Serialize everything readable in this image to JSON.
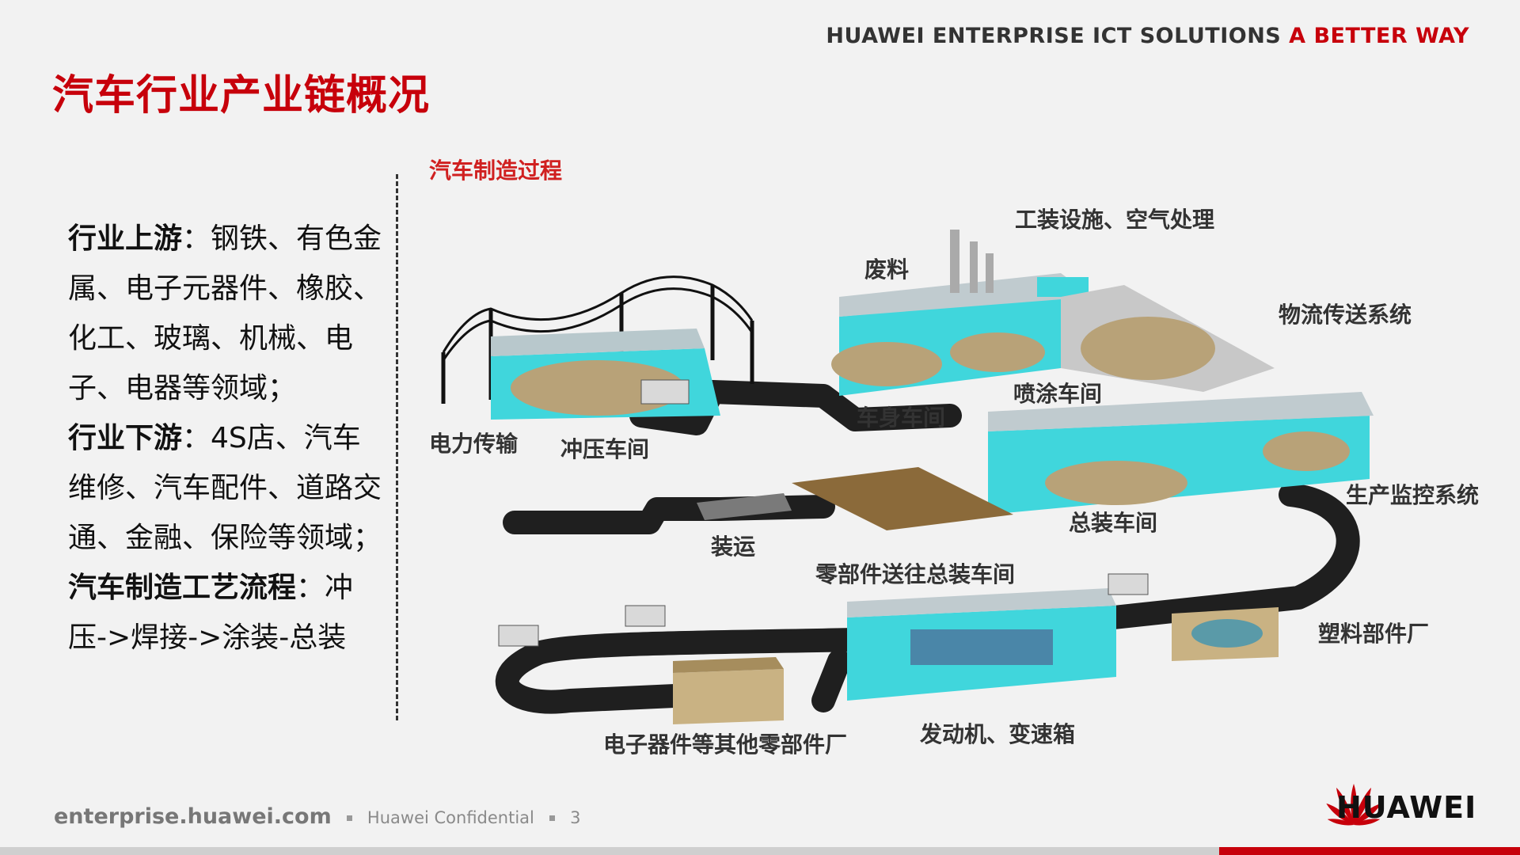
{
  "header": {
    "tagline_main": "HUAWEI ENTERPRISE ICT SOLUTIONS",
    "tagline_accent": "A BETTER WAY"
  },
  "title": "汽车行业产业链概况",
  "body": {
    "upstream_label": "行业上游",
    "upstream_text": "：钢铁、有色金属、电子元器件、橡胶、化工、玻璃、机械、电子、电器等领域；",
    "downstream_label": "行业下游",
    "downstream_text": "：4S店、汽车维修、汽车配件、道路交通、金融、保险等领域；",
    "process_label": "汽车制造工艺流程",
    "process_text": "：冲压->焊接->涂装-总装"
  },
  "diagram": {
    "caption": "汽车制造过程",
    "labels": {
      "tooling": "工装设施、空气处理",
      "waste": "废料",
      "logistics": "物流传送系统",
      "power": "电力传输",
      "stamping": "冲压车间",
      "body": "车身车间",
      "painting": "喷涂车间",
      "monitoring": "生产监控系统",
      "assembly": "总装车间",
      "shipping": "装运",
      "parts_delivery": "零部件送往总装车间",
      "plastic": "塑料部件厂",
      "electronics": "电子器件等其他零部件厂",
      "engine": "发动机、变速箱"
    }
  },
  "footer": {
    "site": "enterprise.huawei.com",
    "confidential": "Huawei Confidential",
    "page": "3"
  },
  "logo": {
    "text": "HUAWEI",
    "color": "#c7000b"
  }
}
